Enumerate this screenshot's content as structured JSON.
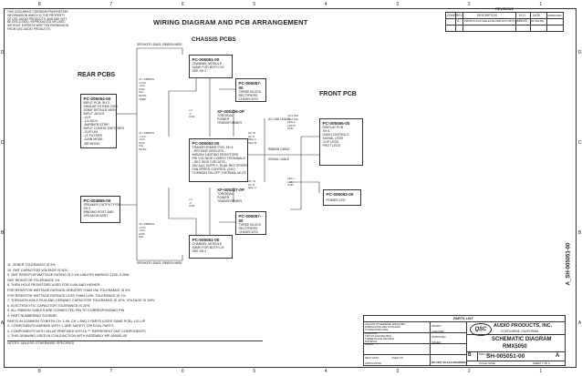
{
  "zones": {
    "top": [
      "8",
      "7",
      "6",
      "5",
      "4",
      "3",
      "2",
      "1"
    ],
    "bottom": [
      "8",
      "7",
      "6",
      "5",
      "4",
      "3",
      "2",
      "1"
    ],
    "left": [
      "D",
      "C",
      "B",
      "A"
    ],
    "right": [
      "D",
      "C",
      "B",
      "A"
    ]
  },
  "proprietary_note": [
    "THIS DOCUMENT CONTAINS PROPRIETARY",
    "INFORMATION WHICH IS THE PROPERTY",
    "OF QSC AUDIO PRODUCTS, AND MAY NOT",
    "BE DISCLOSED, REPRODUCED OR USED",
    "WITHOUT EXPRESS WRITTEN PERMISSION",
    "FROM QSC AUDIO PRODUCTS."
  ],
  "title": "WIRING DIAGRAM AND PCB ARRANGEMENT",
  "subtitle": "CHASSIS PCBS",
  "rear_label": "REAR PCBS",
  "front_label": "FRONT PCB",
  "revisions": {
    "header": "REVISIONS",
    "cols": [
      "ZONE",
      "REV",
      "DESCRIPTION",
      "ECO",
      "DATE",
      "APPROVED"
    ],
    "row": [
      "A",
      "PRODUCTION RELEASE PER ECO 9875 00",
      "MM/DD",
      "96-MM-DD"
    ]
  },
  "boxes": {
    "ch_mod_top": [
      "PC-005051-00",
      "CHANNEL MODULE",
      "SAME FOR BOTH CH",
      "SEE SH 2"
    ],
    "rect_top": [
      "PC-005057-00",
      "THREE BLOCK",
      "RECTIFIERS",
      "CHASIS MTD"
    ],
    "toroid_top": [
      "XF-005226-0P",
      "TOROIDAL",
      "POWER",
      "TRANSFORMER"
    ],
    "input": [
      "PC-005054-00",
      "INPUT PCB, SH 3",
      "SIMILAR TO RMX 2450",
      "SOME DETAILS VARY",
      "INPUT JACKS",
      "-XLR",
      "-1/4 INCH",
      "-BARRIER STRIP",
      "INPUT CONFIG SWITCHES",
      "-CLIP LIM",
      "-LF FILTERS",
      "-GAIN MODE",
      "-BR MONO"
    ],
    "transformer": [
      "PC-005052-00",
      "TRANSFORMER PCB, SH 4",
      "--PRI SIDE CIRCUITS--",
      "INRUSH LIMITING RESISTORS",
      "PRI VOLTAGE CONFIG TERMINALS",
      "--SEC SIDE CIRCUITS--",
      "18V AUX SUPPLY, DUAL RECTIFIERS",
      "FAN SPEED CONTROL (24V)",
      "COMMON ON-OFF, THERMAL MUTE"
    ],
    "display": [
      "PC-005055-00",
      "DISPLAY PCB",
      "SH 5",
      "GAIN CONTROLS",
      "SIGNAL LEDS",
      "CLIP LEDS",
      "PROT LEDS"
    ],
    "power_led": [
      "PC-005053-00",
      "POWER LED"
    ],
    "speaker": [
      "PC-004855-00",
      "SPEAKER OUTPUT PCB",
      "SH 3",
      "BINDING POST AND",
      "SPEAKON ASSY"
    ],
    "toroid_bot": [
      "XF-005227-0P",
      "TOROIDAL",
      "POWER",
      "TRANSFORMER"
    ],
    "rect_bot": [
      "PC-005057-00",
      "THREE BLOCK",
      "RECTIFIERS",
      "CHASIS MTD"
    ],
    "ch_mod_bot": [
      "PC-005051-00",
      "CHANNEL MODULE",
      "SAME FOR BOTH CH",
      "SEE SH 2"
    ]
  },
  "wire_labels": {
    "top_ribbon": "SPEAKER LEADS, RIBBON WIRE",
    "bot_ribbon": "SPEAKER LEADS, RIBBON WIRE",
    "ac_leads": "AC LINE LEADS",
    "ribbon_display": "RIBBON CABLE",
    "sig_cable": "SIGNAL CABLE"
  },
  "notes": [
    "11. ZENER TOLERANCE IS 5%",
    "10. SMT CAPACITOR VOLTAGE IS 50V.",
    "9. SMT RESISTOR WATTAGE RATING IS 0.1W UNLESS MARKED 1206, 0.25W",
    "    SMT RESISTOR TOLERANCE 1%",
    "8. THRU HOLE RESISTORS USED FOR 1/4W AND HIGHER.",
    "    FOR RESISTOR WATTAGE RATINGS GREATER THAN 1W, TOLERANCE IS 5%",
    "    FOR RESISTOR WATTAGE RATINGS LESS THAN 1/2W, TOLERANCE IS 1%",
    "7. THROUGH-HOLE FILM AND CERAMIC CAPACITOR TOLERANCE IS 10%, VOLTAGE IS 100V.",
    "6. ELECTROLYTIC CAPACITOR TOLERANCE IS 20%",
    "5. ALL RIBBON CABLES ARE CONNECTED PIN TO CORRESPONDING PIN",
    "4. PART NUMBERING SCHEME:",
    "    PARTS IN COMMON TO BOTH CH: 1-99,  CH 1 AND 2 PARTS (USES SAME PCB): 101-UP",
    "3. COMPONENTS MARKED WITH ⚠ ARE SAFETY CRITICAL PARTS.",
    "2. COMPONENTS WITH VALUE PREFIXED WITH A \"*\" REPRESENT SMT COMPONENTS.",
    "1. THIS DRAWING USED IN CONJUNCTION WITH ASSEMBLY MP-005051-00",
    "NOTES: UNLESS OTHERWISE SPECIFIED"
  ],
  "title_block": {
    "parts_list": "PARTS LIST",
    "company": "AUDIO PRODUCTS, INC.",
    "city": "COSTA MESA, CALIFORNIA",
    "logo": "QSC",
    "drawing_title": "SCHEMATIC DIAGRAM",
    "model": "RMX5050",
    "size": "B",
    "dwg_no_label": "DWG NO",
    "dwg_no": "SH-005051-00",
    "rev": "A",
    "scale": "SCALE NONE",
    "sheet": "SHEET 1 OF 5",
    "labels": [
      "UNLESS OTHERWISE SPECIFIED",
      "DIMENSIONS ARE IN INCHES",
      "TOLERANCES ARE:",
      "ANGULAR",
      "TWO PLACE DECIMAL",
      "THREE PLACE DECIMAL",
      "MATERIAL",
      "FINISH",
      "DRAWN",
      "CHECKED",
      "APPROVED",
      "ISSUED",
      "APPLICATION",
      "DO NOT SCALE DRAWING",
      "NEXT ASSY",
      "USED ON"
    ],
    "vertical_id": "A_SH-005051-00"
  }
}
